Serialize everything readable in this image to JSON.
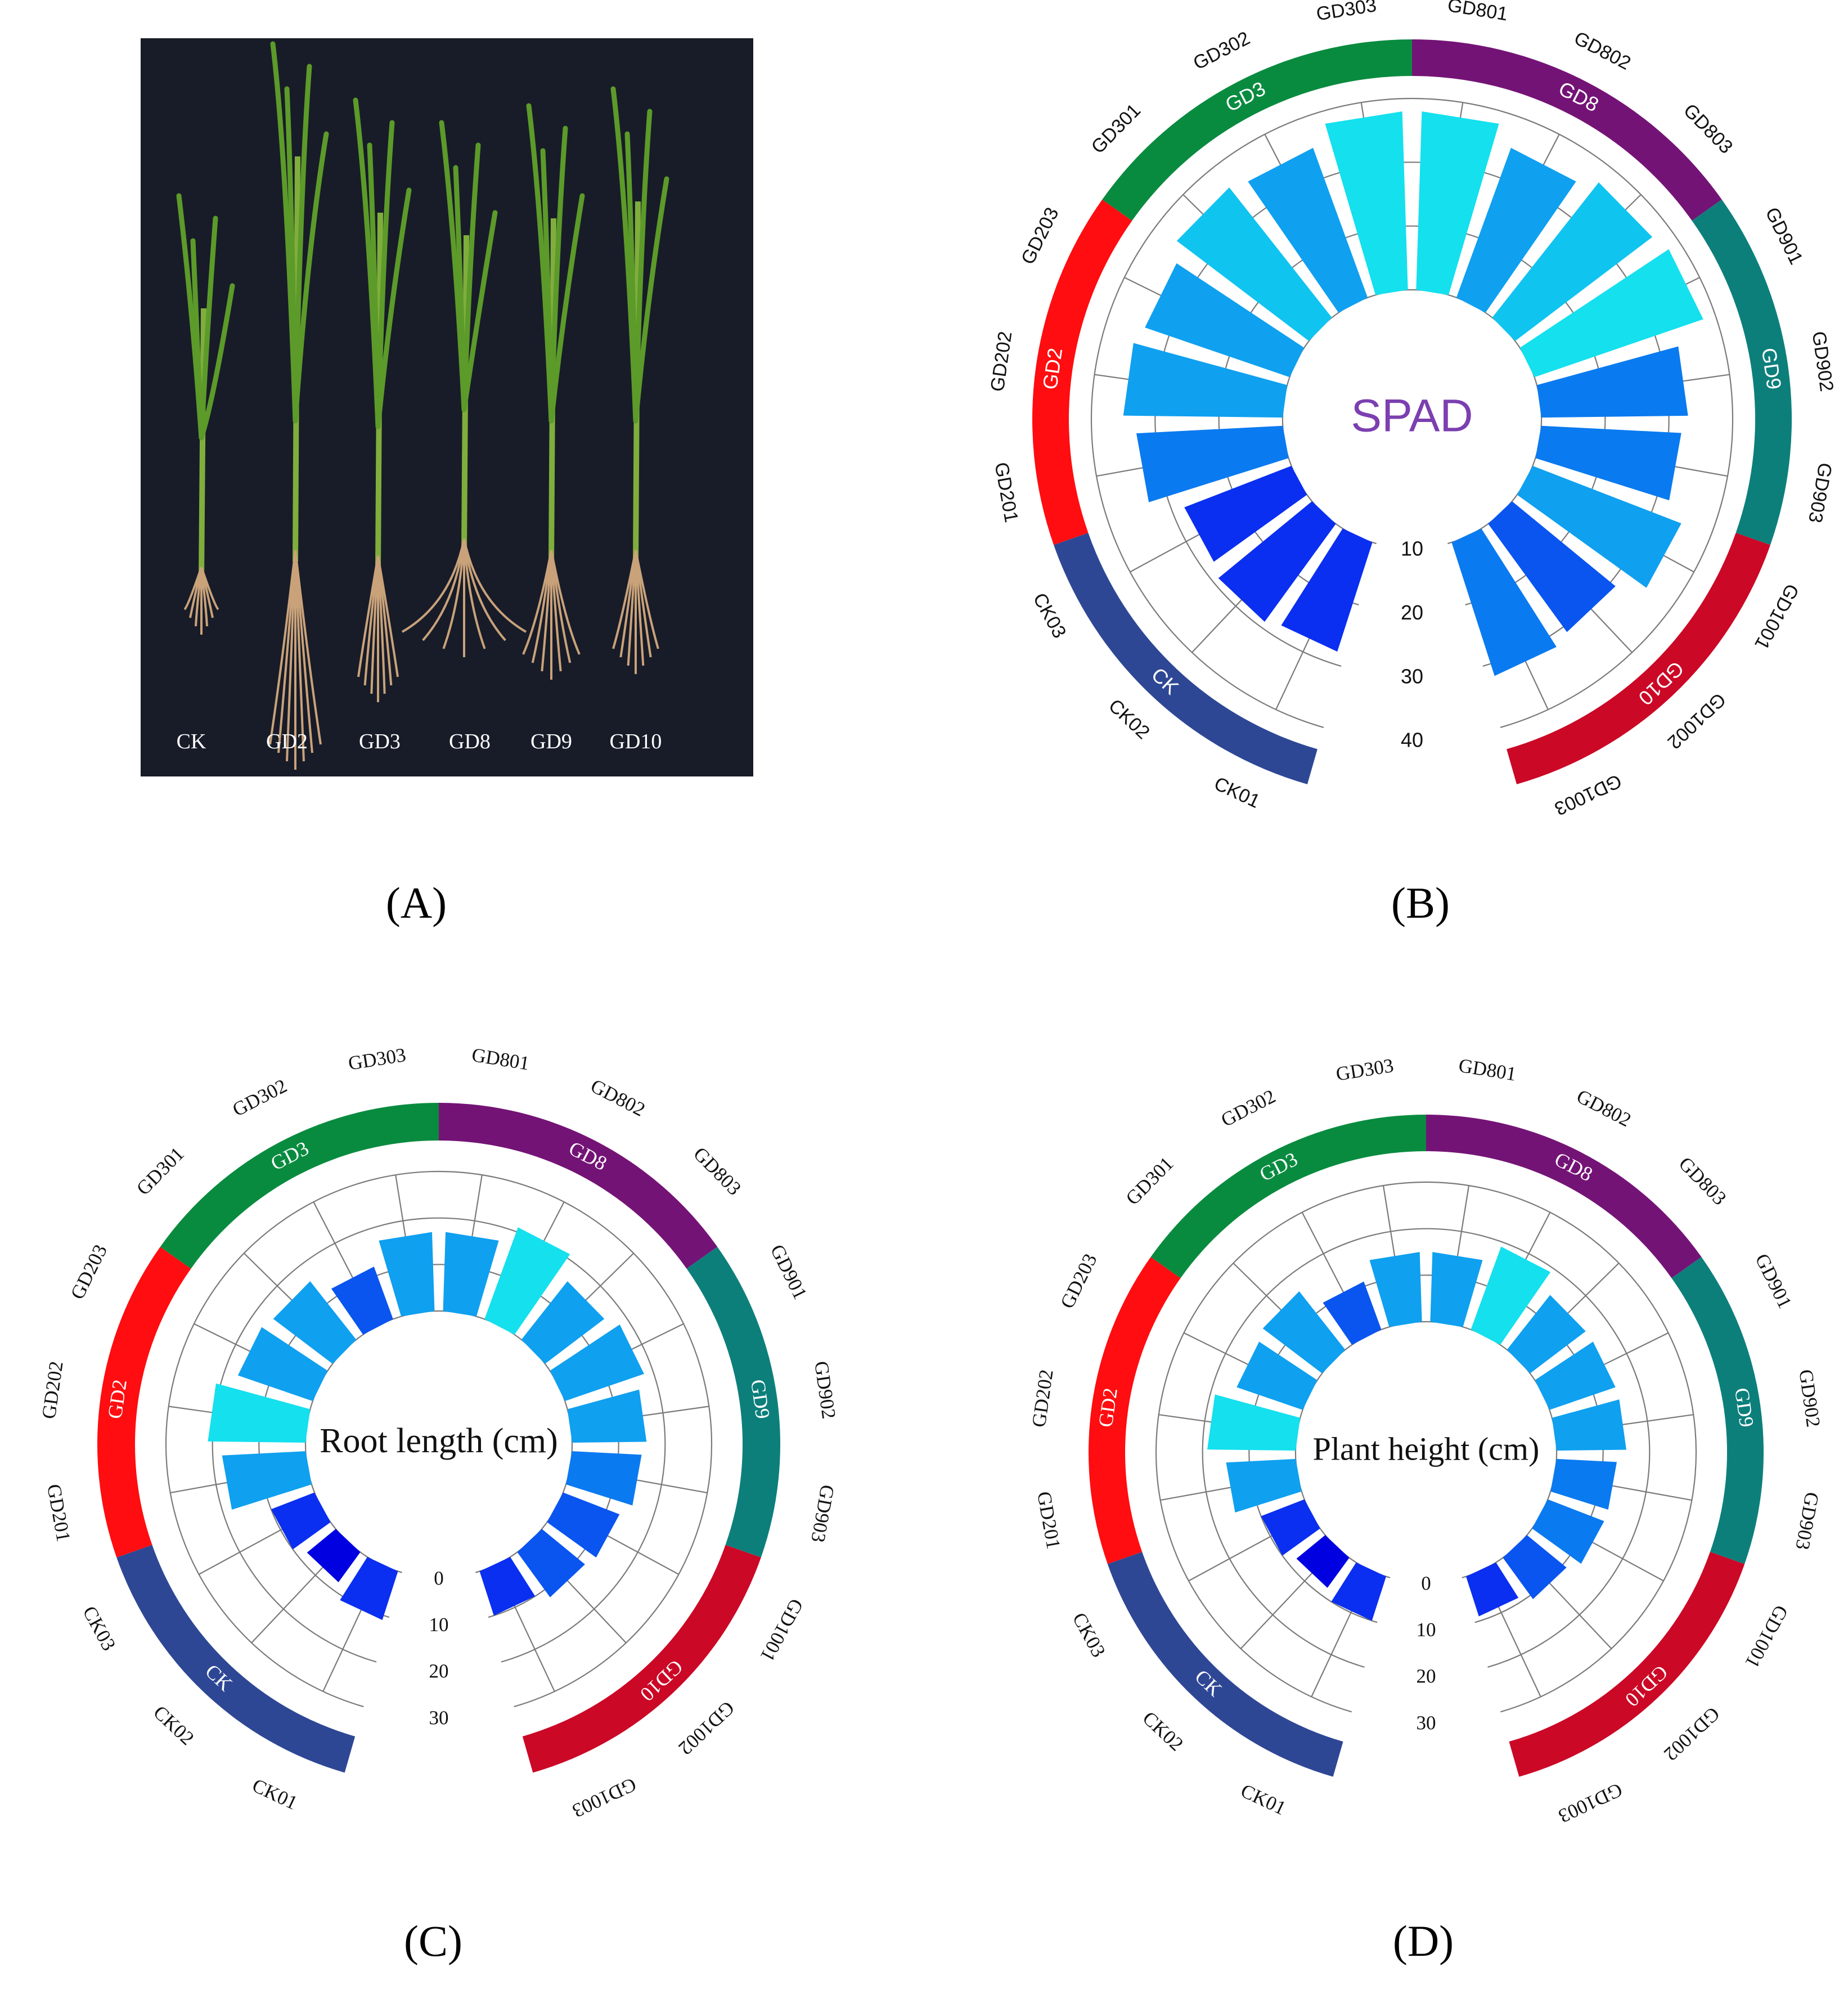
{
  "panel_letters": {
    "a": "(A)",
    "b": "(B)",
    "c": "(C)",
    "d": "(D)"
  },
  "photo": {
    "labels": [
      "CK",
      "GD2",
      "GD3",
      "GD8",
      "GD9",
      "GD10"
    ]
  },
  "chart_data": [
    {
      "type": "bar",
      "subtype": "circular-bar",
      "center_text": "SPAD",
      "center_color": "#7b3fb0",
      "categories": [
        "CK01",
        "CK02",
        "CK03",
        "GD201",
        "GD202",
        "GD203",
        "GD301",
        "GD302",
        "GD303",
        "GD801",
        "GD802",
        "GD803",
        "GD901",
        "GD902",
        "GD903",
        "GD1001",
        "GD1002",
        "GD1003"
      ],
      "values": [
        28,
        29,
        28,
        33,
        35,
        34,
        36,
        35,
        38,
        38,
        35,
        37,
        38,
        33,
        32,
        35,
        31,
        32
      ],
      "radial_ticks": [
        "10",
        "20",
        "30",
        "40"
      ],
      "ylim": [
        10,
        40
      ],
      "groups": [
        {
          "name": "CK",
          "color": "#2e4795"
        },
        {
          "name": "GD2",
          "color": "#ff0d10"
        },
        {
          "name": "GD3",
          "color": "#098b3f"
        },
        {
          "name": "GD8",
          "color": "#741376"
        },
        {
          "name": "GD9",
          "color": "#0d7f7b"
        },
        {
          "name": "GD10",
          "color": "#cb0826"
        }
      ],
      "label_font": "sans"
    },
    {
      "type": "bar",
      "subtype": "circular-bar",
      "center_text": "Root length (cm)",
      "center_color": "#111111",
      "categories": [
        "CK01",
        "CK02",
        "CK03",
        "GD201",
        "GD202",
        "GD203",
        "GD301",
        "GD302",
        "GD303",
        "GD801",
        "GD802",
        "GD803",
        "GD901",
        "GD902",
        "GD903",
        "GD1001",
        "GD1002",
        "GD1003"
      ],
      "values": [
        11,
        8,
        10,
        18,
        21,
        17,
        16,
        12,
        17,
        17,
        21,
        16,
        18,
        16,
        15,
        13,
        12,
        10
      ],
      "radial_ticks": [
        "0",
        "10",
        "20",
        "30"
      ],
      "ylim": [
        0,
        30
      ],
      "groups": [
        {
          "name": "CK",
          "color": "#2e4795"
        },
        {
          "name": "GD2",
          "color": "#ff0d10"
        },
        {
          "name": "GD3",
          "color": "#098b3f"
        },
        {
          "name": "GD8",
          "color": "#741376"
        },
        {
          "name": "GD9",
          "color": "#0d7f7b"
        },
        {
          "name": "GD10",
          "color": "#cb0826"
        }
      ],
      "label_font": "serif"
    },
    {
      "type": "bar",
      "subtype": "circular-bar",
      "center_text": "Plant height (cm)",
      "center_color": "#111111",
      "categories": [
        "CK01",
        "CK02",
        "CK03",
        "GD201",
        "GD202",
        "GD203",
        "GD301",
        "GD302",
        "GD303",
        "GD801",
        "GD802",
        "GD803",
        "GD901",
        "GD902",
        "GD903",
        "GD1001",
        "GD1002",
        "GD1003"
      ],
      "values": [
        10,
        8,
        10,
        15,
        19,
        15,
        16,
        11,
        15,
        15,
        19,
        15,
        15,
        15,
        13,
        13,
        11,
        9
      ],
      "radial_ticks": [
        "0",
        "10",
        "20",
        "30"
      ],
      "ylim": [
        0,
        30
      ],
      "groups": [
        {
          "name": "CK",
          "color": "#2e4795"
        },
        {
          "name": "GD2",
          "color": "#ff0d10"
        },
        {
          "name": "GD3",
          "color": "#098b3f"
        },
        {
          "name": "GD8",
          "color": "#741376"
        },
        {
          "name": "GD9",
          "color": "#0d7f7b"
        },
        {
          "name": "GD10",
          "color": "#cb0826"
        }
      ],
      "label_font": "serif"
    }
  ]
}
